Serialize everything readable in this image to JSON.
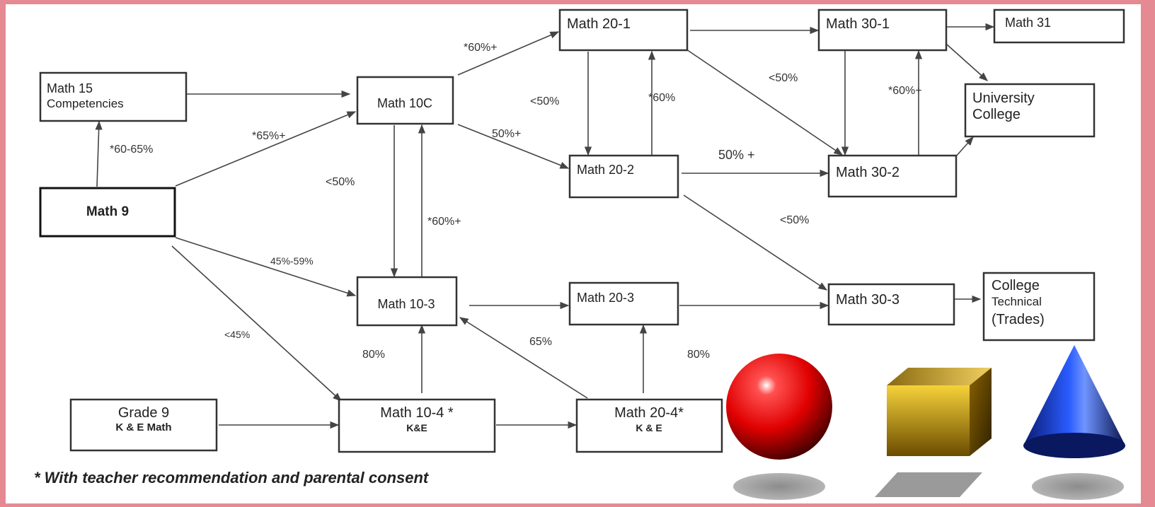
{
  "nodes": {
    "math15": {
      "line1": "Math 15",
      "line2": "Competencies"
    },
    "math9": {
      "line1": "Math 9"
    },
    "math10c": {
      "line1": "Math 10C"
    },
    "math10_3": {
      "line1": "Math 10-3"
    },
    "math10_4": {
      "line1": "Math 10-4 *",
      "line2": "K&E"
    },
    "grade9": {
      "line1": "Grade 9",
      "line2": "K & E Math"
    },
    "math20_1": {
      "line1": "Math 20-1"
    },
    "math20_2": {
      "line1": "Math 20-2"
    },
    "math20_3": {
      "line1": "Math 20-3"
    },
    "math20_4": {
      "line1": "Math 20-4*",
      "line2": "K & E"
    },
    "math30_1": {
      "line1": "Math 30-1"
    },
    "math30_2": {
      "line1": "Math 30-2"
    },
    "math30_3": {
      "line1": "Math 30-3"
    },
    "math31": {
      "line1": "Math 31"
    },
    "university": {
      "line1": "University",
      "line2": "College"
    },
    "college_tech": {
      "line1": "College",
      "line2": "Technical",
      "line3": "(Trades)"
    }
  },
  "edge_labels": {
    "m9_to_m15": "*60-65%",
    "m9_to_m10c": "*65%+",
    "m10c_to_m20_1": "*60%+",
    "m10c_to_m20_2": "50%+",
    "m10c_to_m10_3": "<50%",
    "m10_3_to_m10c": "*60%+",
    "m9_to_m10_3": "45%-59%",
    "m9_to_m10_4": "<45%",
    "m10_4_to_m10_3": "80%",
    "m20_4_to_m10_3": "65%",
    "m20_4_to_m20_3": "80%",
    "m20_1_to_m20_2": "<50%",
    "m20_2_to_m20_1": "*60%",
    "m20_1_to_m30_2": "<50%",
    "m20_2_to_m30_2": "50% +",
    "m30_2_to_m30_1": "*60%+",
    "m20_2_to_m30_3": "<50%"
  },
  "footnote": "* With teacher recommendation and parental consent",
  "shapes": {
    "sphere_color": "#e00000",
    "cube_color": "#d4a20a",
    "cone_color": "#1a3fd0"
  },
  "colors": {
    "frame": "#e58a92"
  }
}
